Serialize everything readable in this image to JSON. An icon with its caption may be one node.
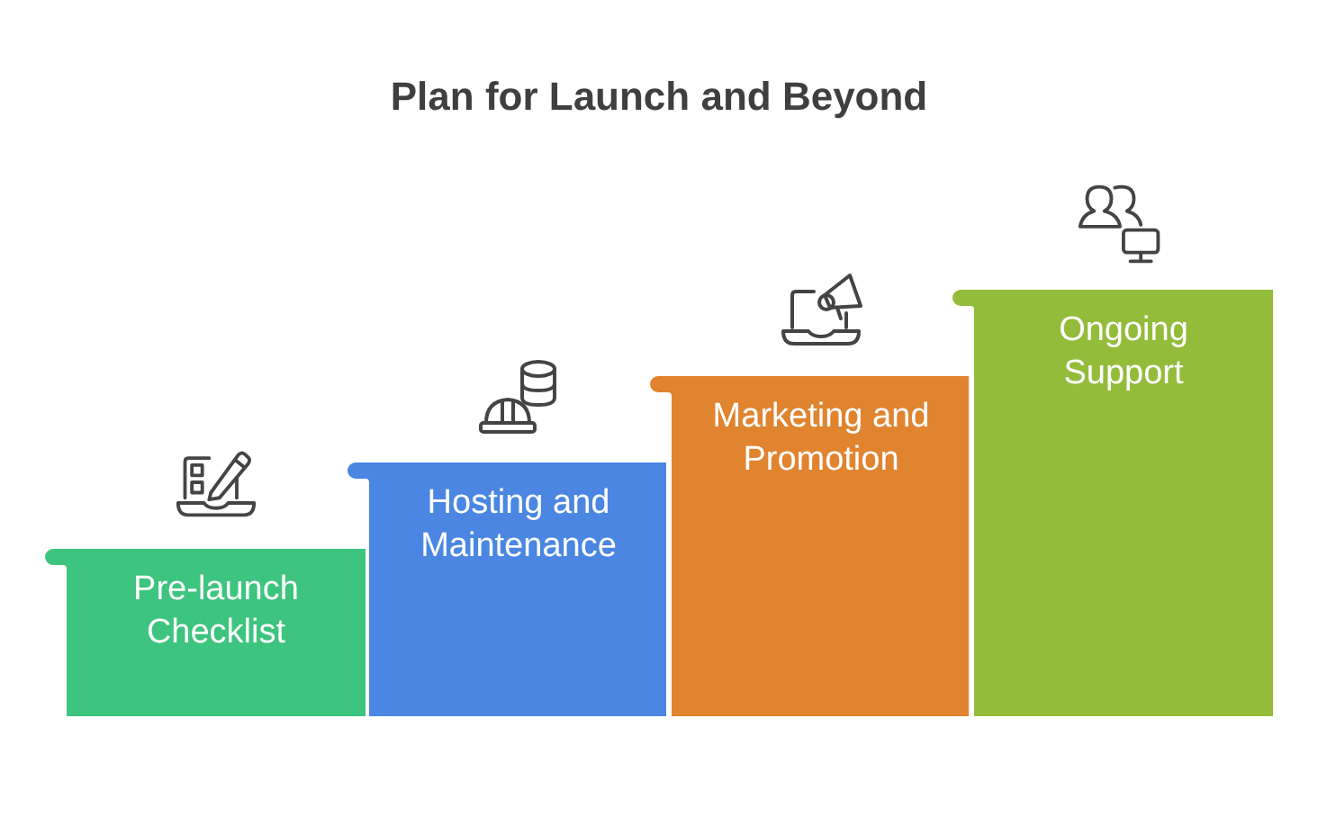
{
  "diagram": {
    "title": "Plan for Launch and Beyond",
    "nodes": [
      {
        "text": [
          "Pre-launch Checklist"
        ]
      },
      {
        "text": [
          "Hosting and Maintenance"
        ]
      },
      {
        "text": [
          "Marketing and Promotion"
        ]
      },
      {
        "text": [
          "Ongoing Support"
        ]
      }
    ]
  }
}
